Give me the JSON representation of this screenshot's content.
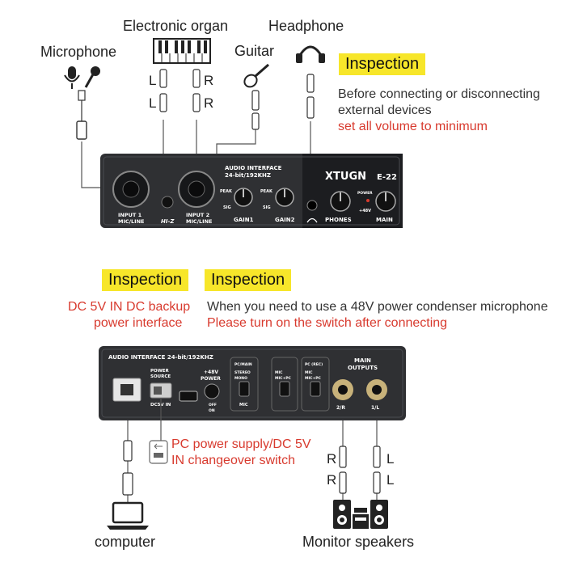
{
  "top": {
    "labels": {
      "electronic_organ": "Electronic organ",
      "headphone": "Headphone",
      "microphone": "Microphone",
      "guitar": "Guitar"
    },
    "channel_left": "L",
    "channel_right": "R",
    "inspection": {
      "tag": "Inspection",
      "line1": "Before connecting or disconnecting",
      "line2": "external devices",
      "warning": "set all volume to minimum"
    },
    "device": {
      "title1": "AUDIO INTERFACE",
      "title2": "24-bit/192KHZ",
      "brand": "XTUGN",
      "model": "E-22",
      "input1": "INPUT 1",
      "input1_sub": "MIC/LINE",
      "input2": "INPUT 2",
      "input2_sub": "MIC/LINE",
      "hiz": "HI-Z",
      "gain1": "GAIN1",
      "gain2": "GAIN2",
      "peak": "PEAK",
      "sig": "SIG",
      "phones": "PHONES",
      "main": "MAIN",
      "power": "POWER",
      "phantom": "+48V"
    }
  },
  "bottom": {
    "tag_left": "Inspection",
    "tag_right": "Inspection",
    "dc_line1": "DC 5V IN DC backup",
    "dc_line2": "power interface",
    "v48_line1": "When you need to use a 48V power condenser microphone",
    "v48_line2": "Please turn on the switch after connecting",
    "switch_line1": "PC power supply/DC 5V",
    "switch_line2": "IN changeover switch",
    "computer": "computer",
    "speakers": "Monitor speakers",
    "channel_left": "L",
    "channel_right": "R",
    "device": {
      "title": "AUDIO INTERFACE  24-bit/192KHZ",
      "power_source": "POWER",
      "power_source2": "SOURCE",
      "dc5v": "DC5V IN",
      "v48": "+48V",
      "v48_power": "POWER",
      "off": "OFF",
      "on": "ON",
      "pc_main": "PC/MAIN",
      "stereo": "STEREO",
      "mono": "MONO",
      "mic": "MIC",
      "pc_rec": "PC (REC)",
      "mic_pc": "MIC+PC",
      "main_outputs1": "MAIN",
      "main_outputs2": "OUTPUTS",
      "out_r": "2/R",
      "out_l": "1/L"
    }
  },
  "colors": {
    "tag_yellow": "#f7e62a",
    "warning_red": "#d83a2e",
    "device_body": "#2f3033"
  }
}
